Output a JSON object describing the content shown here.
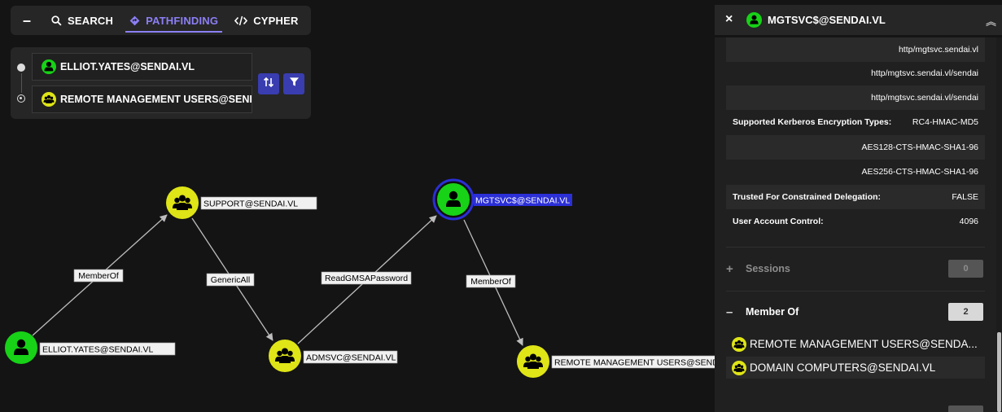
{
  "top_tabs": {
    "collapse_symbol": "–",
    "search": "SEARCH",
    "pathfinding": "PATHFINDING",
    "cypher": "CYPHER"
  },
  "pathfinding": {
    "start_node": "ELLIOT.YATES@SENDAI.VL",
    "target_node": "REMOTE MANAGEMENT USERS@SENDAI.VL"
  },
  "graph": {
    "nodes": [
      {
        "id": "elliot",
        "label": "ELLIOT.YATES@SENDAI.VL",
        "kind": "user"
      },
      {
        "id": "support",
        "label": "SUPPORT@SENDAI.VL",
        "kind": "group"
      },
      {
        "id": "admsvc",
        "label": "ADMSVC@SENDAI.VL",
        "kind": "group"
      },
      {
        "id": "mgtsvc",
        "label": "MGTSVC$@SENDAI.VL",
        "kind": "user",
        "selected": true
      },
      {
        "id": "rmu",
        "label": "REMOTE MANAGEMENT USERS@SENDAI.VL",
        "kind": "group"
      }
    ],
    "edges": [
      {
        "label": "MemberOf"
      },
      {
        "label": "GenericAll"
      },
      {
        "label": "ReadGMSAPassword"
      },
      {
        "label": "MemberOf"
      }
    ]
  },
  "colors": {
    "user_node": "#17d217",
    "group_node": "#dfe516",
    "accent": "#8b7ff5",
    "selected_ring": "#2b2fd6",
    "button_bg": "#393db0",
    "background": "#141414"
  },
  "side_panel": {
    "title": "MGTSVC$@SENDAI.VL",
    "close_symbol": "×",
    "collapse_symbol": "︽",
    "properties": [
      {
        "label": "",
        "value": "http/mgtsvc.sendai.vl"
      },
      {
        "label": "",
        "value": "http/mgtsvc.sendai.vl/sendai"
      },
      {
        "label": "",
        "value": "http/mgtsvc.sendai.vl/sendai"
      },
      {
        "label": "Supported Kerberos Encryption Types:",
        "value": "RC4-HMAC-MD5"
      },
      {
        "label": "",
        "value": "AES128-CTS-HMAC-SHA1-96"
      },
      {
        "label": "",
        "value": "AES256-CTS-HMAC-SHA1-96"
      },
      {
        "label": "Trusted For Constrained Delegation:",
        "value": "FALSE"
      },
      {
        "label": "User Account Control:",
        "value": "4096"
      }
    ],
    "sessions": {
      "sign": "+",
      "title": "Sessions",
      "count": "0"
    },
    "member_of": {
      "sign": "–",
      "title": "Member Of",
      "count": "2",
      "items": [
        "REMOTE MANAGEMENT USERS@SENDA...",
        "DOMAIN COMPUTERS@SENDAI.VL"
      ]
    }
  }
}
